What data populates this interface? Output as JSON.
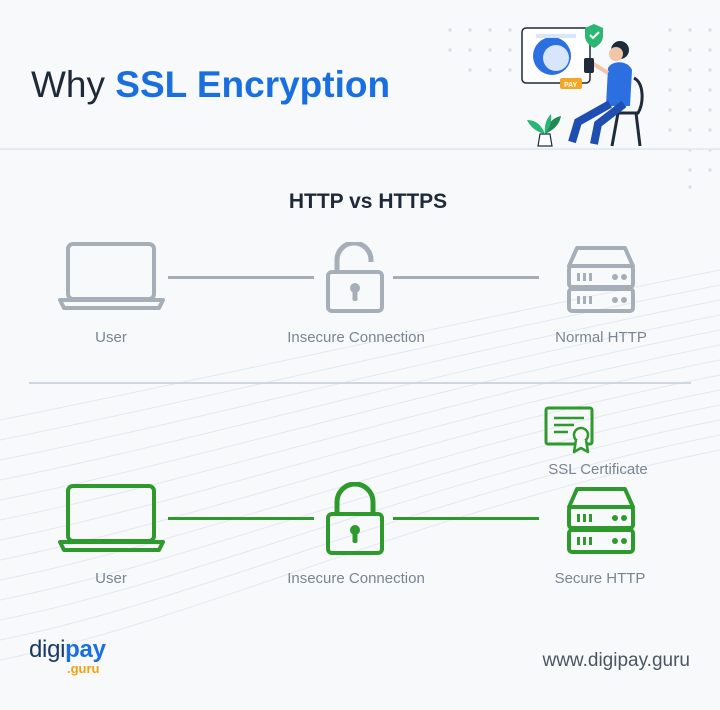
{
  "header": {
    "title_prefix": "Why ",
    "title_accent": "SSL Encryption",
    "hero_badge": "PAY"
  },
  "section_title": "HTTP vs HTTPS",
  "http_row": {
    "user_label": "User",
    "connection_label": "Insecure Connection",
    "server_label": "Normal HTTP",
    "color": "#a6aeb8"
  },
  "https_row": {
    "certificate_label": "SSL Certificate",
    "user_label": "User",
    "connection_label": "Insecure Connection",
    "server_label": "Secure HTTP",
    "color": "#2e9a2e"
  },
  "footer": {
    "brand_main": "digi",
    "brand_accent": "pay",
    "brand_sub": ".guru",
    "url": "www.digipay.guru"
  },
  "icons": [
    "laptop-icon",
    "open-padlock-icon",
    "server-icon",
    "closed-padlock-icon",
    "certificate-icon"
  ]
}
